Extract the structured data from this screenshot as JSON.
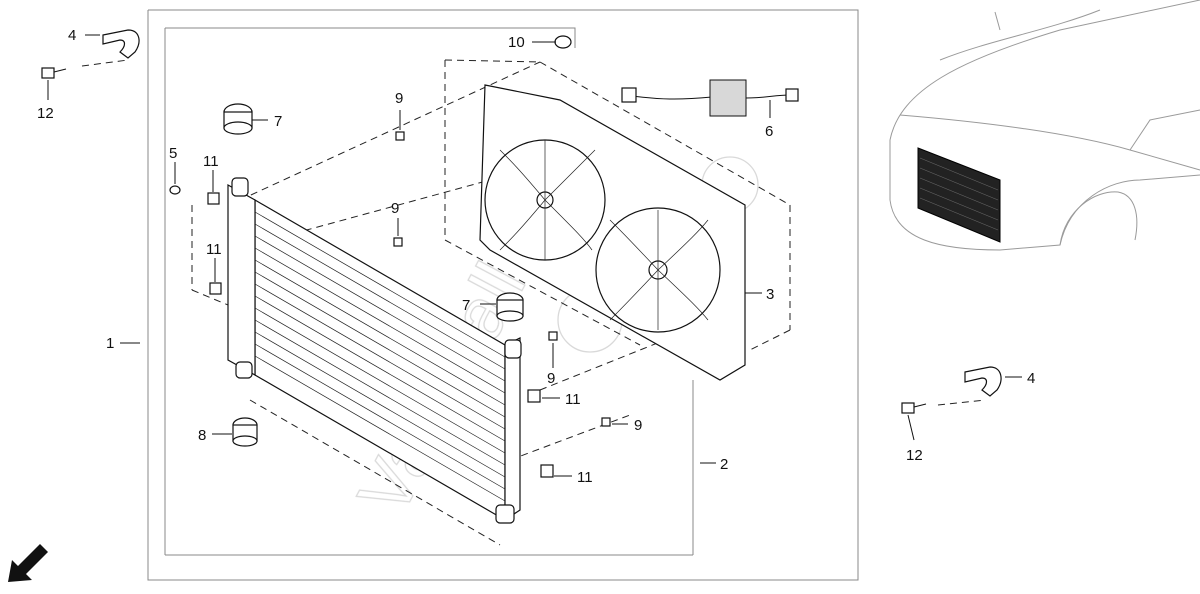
{
  "callouts": {
    "c1": "1",
    "c2": "2",
    "c3": "3",
    "c4a": "4",
    "c4b": "4",
    "c5": "5",
    "c6": "6",
    "c7a": "7",
    "c7b": "7",
    "c8": "8",
    "c9a": "9",
    "c9b": "9",
    "c9c": "9",
    "c9d": "9",
    "c10": "10",
    "c11a": "11",
    "c11b": "11",
    "c11c": "11",
    "c11d": "11",
    "c12a": "12",
    "c12b": "12"
  },
  "watermark": "Vauxhall",
  "icons": [
    "front-direction-arrow-icon"
  ],
  "colors": {
    "line": "#111111",
    "frame": "#888888",
    "car_outline": "#9a9a9a",
    "radiator_highlight": "#222222"
  }
}
